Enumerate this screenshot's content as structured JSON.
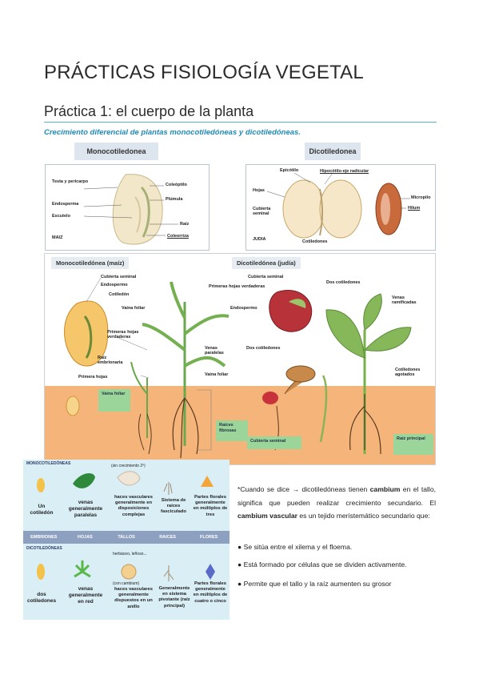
{
  "doc": {
    "title": "PRÁCTICAS FISIOLOGÍA VEGETAL",
    "subtitle": "Práctica 1: el cuerpo de la planta",
    "caption": "Crecimiento diferencial de plantas monocotiledóneas y dicotiledóneas."
  },
  "seeds": {
    "mono_tag": "Monocotiledonea",
    "dicot_tag": "Dicotiledonea",
    "mono_labels": {
      "testa": "Testa y pericarpo",
      "endosperm": "Endosperma",
      "scutellum": "Escutelo",
      "coleoptile": "Coleóptilo",
      "plumule": "Plúmula",
      "root": "Raíz",
      "coleorhiza": "Coleorriza",
      "species": "MAIZ"
    },
    "dicot_labels": {
      "epicotyl": "Epicótilo",
      "hypocotyl": "Hipocótilo-eje radicular",
      "leaves": "Hojas",
      "seed_coat": "Cubierta seminal",
      "cotyledons": "Cotiledones",
      "micropyle": "Micropilo",
      "hilum": "Hilum",
      "species": "JUDIA"
    }
  },
  "germination": {
    "mono_head": "Monocotiledónea (maíz)",
    "dicot_head": "Dicotiledónea (judía)",
    "mono_labels": {
      "seed_coat": "Cubierta seminal",
      "endosperm": "Endospermo",
      "cotyledon": "Cotiledón",
      "sheath": "Vaina foliar",
      "true_leaves": "Primeras hojas verdaderas",
      "radicle": "Raíz embrionaria",
      "first_leaves": "Primera hojas",
      "veins": "Venas paralelas",
      "sheath2": "Vaina foliar",
      "sheath_green": "Vaina foliar",
      "fibrous_roots": "Raíces fibrosas"
    },
    "dicot_labels": {
      "seed_coat": "Cubierta seminal",
      "true_leaves": "Primeras hojas verdaderas",
      "endosperm": "Endospermo",
      "two_cot": "Dos cotiledones",
      "two_cot2": "Dos cotiledones",
      "branched_veins": "Venas ramificadas",
      "withered_cot": "Cotiledones agotados",
      "seed_coat_green": "Cubierta seminal",
      "tap_root": "Raíz principal"
    }
  },
  "table": {
    "mono_head": "MONOCOTILEDÓNEAS",
    "dicot_head": "DICOTILEDÓNEAS",
    "no_secondary": "(sin crecimiento 2º)",
    "herbaceous": "herbáceo, leñoso...",
    "with_cambium": "(con cambium)",
    "band": [
      "EMBRIONES",
      "HOJAS",
      "TALLOS",
      "RAICES",
      "FLORES"
    ],
    "mono": {
      "embryo": "Un cotiledón",
      "leaves": "venas generalmente paralelas",
      "stems": "haces vasculares generalmente en disposiciones complejas",
      "roots": "Sistema de raíces fasciculado",
      "flowers": "Partes florales generalmente en múltiplos de tres"
    },
    "dicot": {
      "embryo": "dos cotiledones",
      "leaves": "venas generalmente en red",
      "stems": "haces vasculares generalmente dispuestos en un anillo",
      "roots": "Generalmente en sistema pivotante (raíz principal)",
      "flowers": "Partes florales generalmente en múltiplos de cuatro o cinco"
    }
  },
  "notes": {
    "intro_1": "*Cuando se dice ",
    "arrow": "→",
    "intro_2": " dicotiledóneas tienen ",
    "cambium": "cambium",
    "intro_3": " en el tallo, significa que pueden realizar crecimiento secundario. El ",
    "cambium_vasc": "cambium vascular",
    "intro_4": " es un tejido meristemático secundario que:",
    "bullets": [
      "Se sitúa entre el xilema y el floema.",
      "Está formado por células que se dividen activamente.",
      "Permite que el tallo y la raíz aumenten su grosor"
    ]
  }
}
